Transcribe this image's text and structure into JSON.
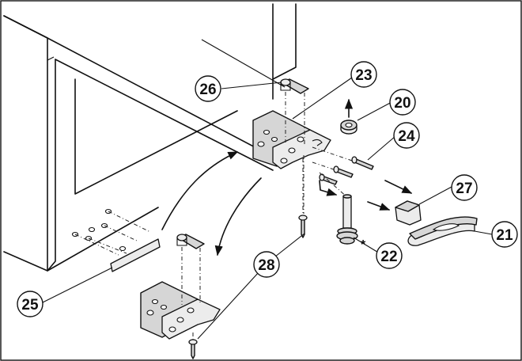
{
  "callouts": {
    "c20": "20",
    "c21": "21",
    "c22": "22",
    "c23": "23",
    "c24": "24",
    "c25": "25",
    "c26": "26",
    "c27": "27",
    "c28": "28"
  },
  "footnote_mark": "*"
}
